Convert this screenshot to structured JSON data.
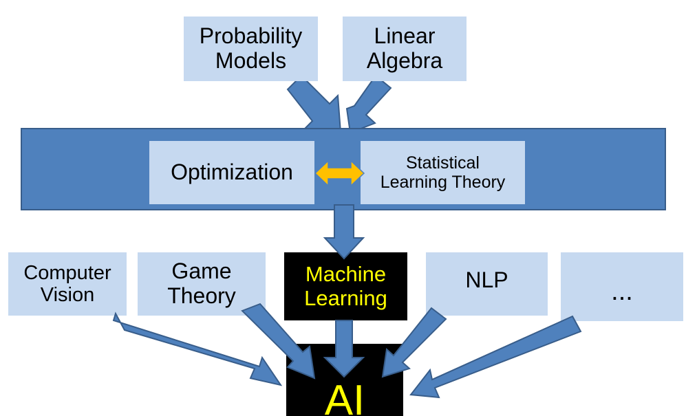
{
  "colors": {
    "light_box": "#c6d9f0",
    "band": "#4f81bd",
    "arrow_fill": "#4f81bd",
    "arrow_stroke": "#385d8a",
    "double_arrow": "#ffc000",
    "highlight_text": "#ffff00",
    "dark_box": "#000000"
  },
  "inputs": {
    "probability": "Probability\nModels",
    "linear_algebra": "Linear\nAlgebra"
  },
  "core": {
    "optimization": "Optimization",
    "slt": "Statistical\nLearning Theory"
  },
  "fields": {
    "computer_vision": "Computer\nVision",
    "game_theory": "Game\nTheory",
    "machine_learning": "Machine\nLearning",
    "nlp": "NLP",
    "more": "..."
  },
  "target": {
    "ai": "AI"
  }
}
